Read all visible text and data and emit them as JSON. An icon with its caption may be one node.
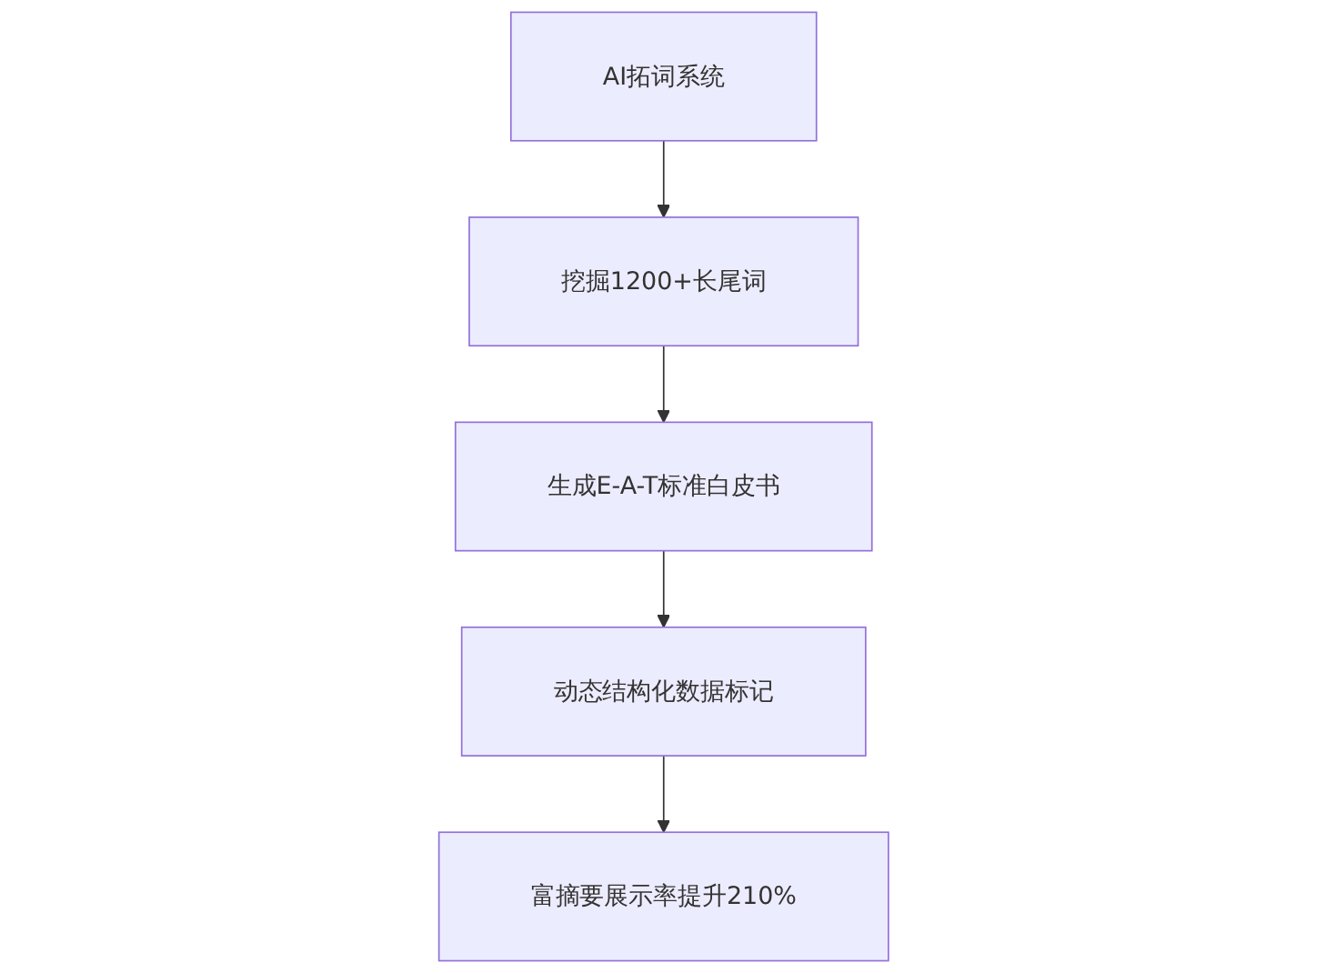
{
  "diagram": {
    "nodes": [
      {
        "text": [
          "AI拓词系统"
        ]
      },
      {
        "text": [
          "挖掘1200+长尾词"
        ]
      },
      {
        "text": [
          "生成E-A-T标准白皮书"
        ]
      },
      {
        "text": [
          "动态结构化数据标记"
        ]
      },
      {
        "text": [
          "富摘要展示率提升210%"
        ]
      }
    ],
    "edges": [
      {
        "from": 0,
        "to": 1,
        "arrow": "to"
      },
      {
        "from": 1,
        "to": 2,
        "arrow": "to"
      },
      {
        "from": 2,
        "to": 3,
        "arrow": "to"
      },
      {
        "from": 3,
        "to": 4,
        "arrow": "to"
      }
    ]
  }
}
